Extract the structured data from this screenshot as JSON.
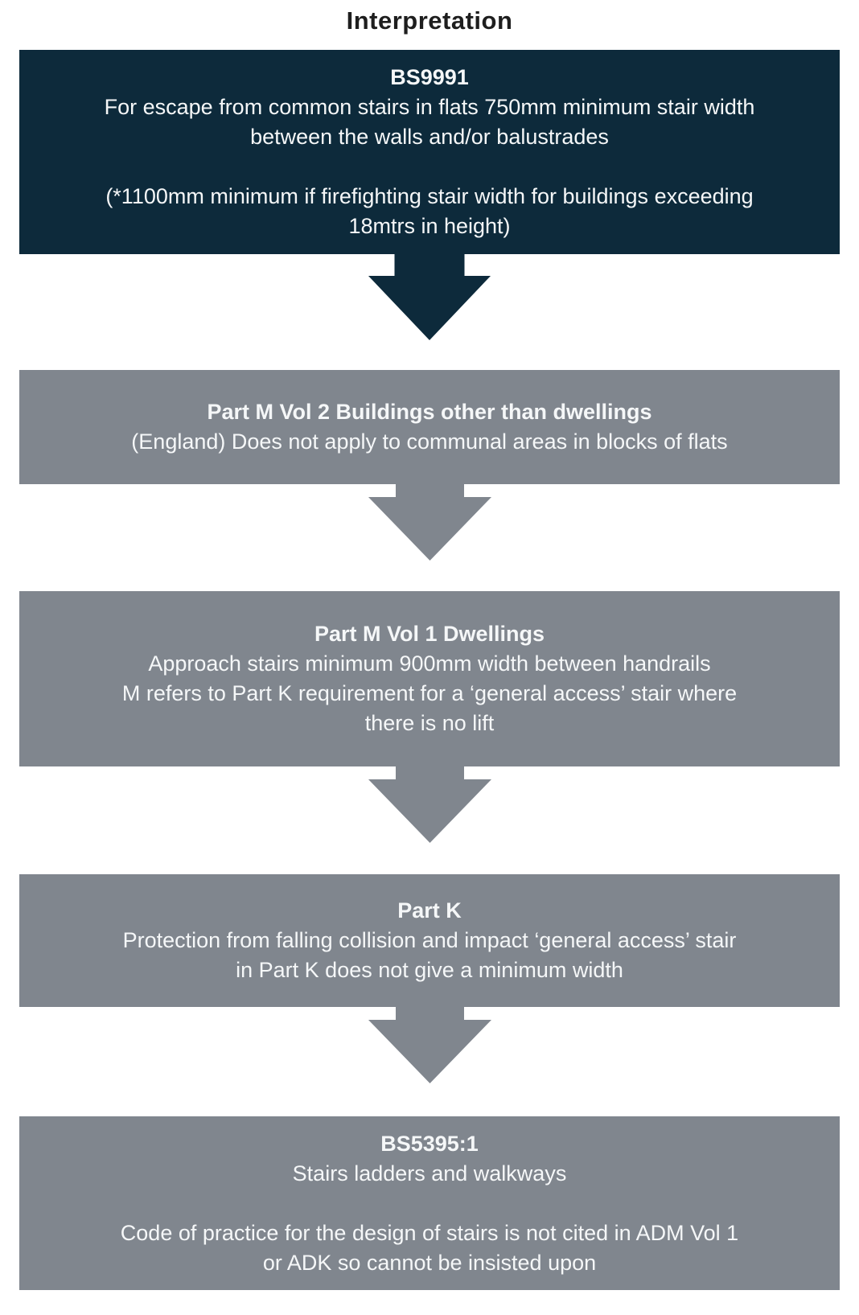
{
  "title": "Interpretation",
  "colors": {
    "navy": "#0d2a3b",
    "gray": "#80868e",
    "title_text": "#1e1e1e",
    "box_text": "#f5f7f8"
  },
  "boxes": [
    {
      "heading": "BS9991",
      "lines": [
        "For escape from common stairs in flats 750mm minimum stair width",
        "between the walls and/or balustrades",
        "",
        "(*1100mm minimum if firefighting stair width for buildings exceeding",
        "18mtrs in height)"
      ],
      "arrow_after": true
    },
    {
      "heading": "Part M Vol 2 Buildings other than dwellings",
      "lines": [
        "(England) Does not apply to communal areas in blocks of flats"
      ],
      "arrow_after": true
    },
    {
      "heading": "Part M Vol 1 Dwellings",
      "lines": [
        "Approach stairs minimum 900mm width between handrails",
        "M refers to Part K requirement for a ‘general access’ stair where",
        "there is no lift"
      ],
      "arrow_after": true
    },
    {
      "heading": "Part K",
      "lines": [
        "Protection from falling collision and impact ‘general access’ stair",
        "in Part K does not give a minimum width"
      ],
      "arrow_after": true
    },
    {
      "heading": "BS5395:1",
      "lines": [
        "Stairs ladders and walkways",
        "",
        "Code of practice for the design of stairs is not cited in ADM Vol 1",
        "or ADK so cannot be insisted upon"
      ],
      "arrow_after": false
    }
  ]
}
